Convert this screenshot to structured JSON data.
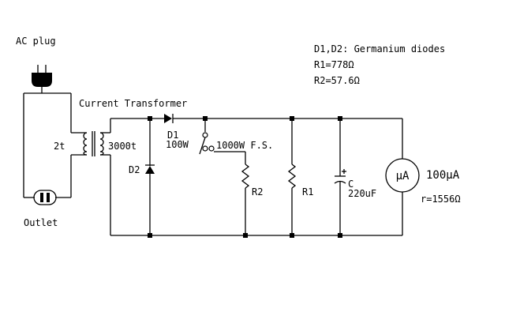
{
  "labels": {
    "ac_plug": "AC plug",
    "outlet": "Outlet",
    "current_transformer": "Current Transformer",
    "primary_turns": "2t",
    "secondary_turns": "3000t",
    "d1": "D1",
    "d2": "D2",
    "range_low": "100W",
    "range_high": "1000W F.S.",
    "r2": "R2",
    "r1": "R1",
    "c": "C",
    "c_value": "220uF",
    "meter_symbol": "μA",
    "meter_range": "100μA",
    "meter_resistance": "r=1556Ω"
  },
  "notes": {
    "diodes": "D1,D2: Germanium diodes",
    "r1_value": "R1=778Ω",
    "r2_value": "R2=57.6Ω"
  },
  "icons": [
    "ac-plug-icon",
    "outlet-icon",
    "transformer-icon",
    "diode-icon",
    "switch-icon",
    "resistor-icon",
    "capacitor-icon",
    "microammeter-icon"
  ]
}
